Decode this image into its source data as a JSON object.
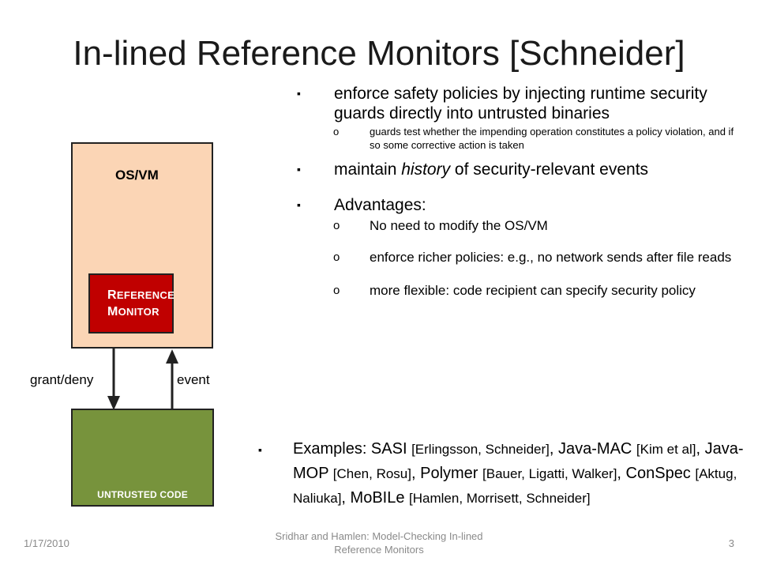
{
  "title": "In-lined Reference Monitors [Schneider]",
  "bullet_glyph": "▪",
  "sub_glyph": "o",
  "bullets": {
    "b1": "enforce safety policies by injecting runtime security guards directly into untrusted binaries",
    "b1_sub": "guards test whether the impending operation constitutes a policy violation, and if so some corrective action is taken",
    "b2_pre": "maintain ",
    "b2_em": "history",
    "b2_post": " of security-relevant events",
    "b3": "Advantages:",
    "b3_sub1": " No need to modify the OS/VM",
    "b3_sub2": "enforce richer policies: e.g., no network sends after file reads",
    "b3_sub3": "more flexible: code recipient can specify security policy"
  },
  "examples": {
    "lead": "Examples: SASI ",
    "c1": "[Erlingsson, Schneider]",
    "t2": ", Java-MAC ",
    "c2": "[Kim et al]",
    "t3": ", Java-MOP ",
    "c3": "[Chen, Rosu]",
    "t4": ", Polymer ",
    "c4": "[Bauer, Ligatti, Walker]",
    "t5": ", ConSpec ",
    "c5": "[Aktug, Naliuka]",
    "t6": ", MoBILe ",
    "c6": "[Hamlen, Morrisett, Schneider]"
  },
  "diagram": {
    "os_label": "OS/VM",
    "rm_r": "R",
    "rm_eference": "EFERENCE",
    "rm_m": "M",
    "rm_onitor": "ONITOR",
    "code_label": "UNTRUSTED CODE",
    "grant_label": "grant/deny",
    "event_label": "event",
    "colors": {
      "os": "#fbd5b5",
      "monitor": "#c00000",
      "code": "#77933c"
    }
  },
  "footer": {
    "date": "1/17/2010",
    "center": "Sridhar and Hamlen: Model-Checking In-lined Reference Monitors",
    "page": "3"
  }
}
